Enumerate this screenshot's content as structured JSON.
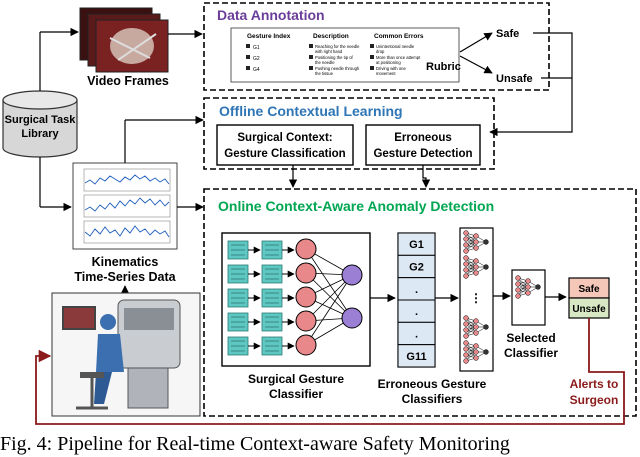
{
  "data_annotation": {
    "title": "Data Annotation",
    "columns": [
      "Gesture Index",
      "Description",
      "Common Errors"
    ],
    "gesture_ids": [
      "G1",
      "G2",
      "G4"
    ],
    "descriptions": [
      "Reaching for the needle",
      "with right hand",
      "Positioning the tip of",
      "the needle",
      "Pushing needle through",
      "the tissue"
    ],
    "errors": [
      "Unintentional needle",
      "drop",
      "More than once attempt",
      "at positioning",
      "Driving with one",
      "movement"
    ],
    "rubric_label": "Rubric",
    "safe_label": "Safe",
    "unsafe_label": "Unsafe"
  },
  "video_frames_label": "Video Frames",
  "library": {
    "line1": "Surgical Task",
    "line2": "Library"
  },
  "kinematics": {
    "line1": "Kinematics",
    "line2": "Time-Series Data"
  },
  "offline": {
    "title": "Offline Contextual Learning",
    "box1_line1": "Surgical Context:",
    "box1_line2": "Gesture Classification",
    "box2_line1": "Erroneous",
    "box2_line2": "Gesture Detection"
  },
  "online": {
    "title": "Online Context-Aware Anomaly Detection",
    "gesture_list": [
      "G1",
      "G2",
      ".",
      ".",
      ".",
      "G11"
    ],
    "classifier_label_1": "Surgical Gesture",
    "classifier_label_2": "Classifier",
    "erroneous_label_1": "Erroneous Gesture",
    "erroneous_label_2": "Classifiers",
    "selected_label_1": "Selected",
    "selected_label_2": "Classifier",
    "output_safe": "Safe",
    "output_unsafe": "Unsafe",
    "alerts_line1": "Alerts to",
    "alerts_line2": "Surgeon"
  },
  "colors": {
    "purple_title": "#6a3d9a",
    "blue_title": "#2e75b6",
    "green_title": "#00a651",
    "alert_red": "#8b1a1a",
    "node_red": "#e8888a",
    "node_purple": "#9b7fd4",
    "list_blue": "#dde8f5",
    "safe_fill": "#f4c7b8",
    "unsafe_fill": "#d9e8c4"
  },
  "caption": "Fig. 4: Pipeline for Real-time Context-aware Safety Monitoring"
}
